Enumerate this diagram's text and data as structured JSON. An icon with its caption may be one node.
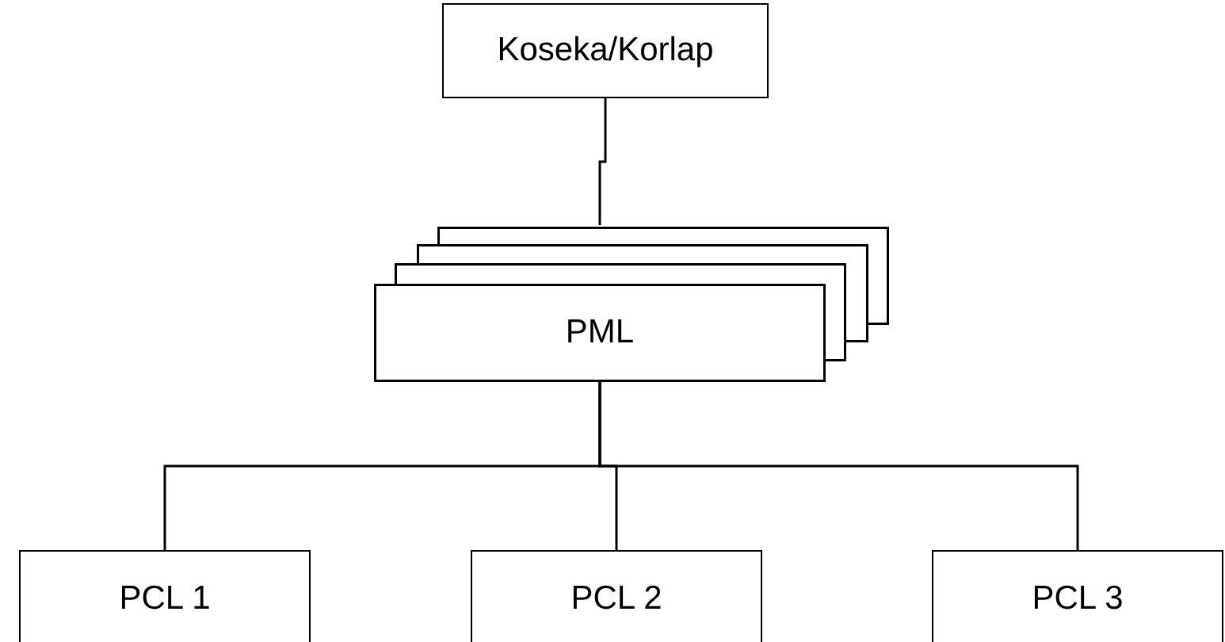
{
  "diagram": {
    "nodes": [
      {
        "text": [
          "Koseka/Korlap"
        ]
      },
      {
        "text": [
          "PML"
        ]
      },
      {
        "text": [
          "PCL 1"
        ]
      },
      {
        "text": [
          "PCL 2"
        ]
      },
      {
        "text": [
          "PCL 3"
        ]
      }
    ],
    "edges": [
      {
        "from": 0,
        "to": 1,
        "arrow": "none"
      },
      {
        "from": 1,
        "to": 2,
        "arrow": "none"
      },
      {
        "from": 1,
        "to": 3,
        "arrow": "none"
      },
      {
        "from": 1,
        "to": 4,
        "arrow": "none"
      }
    ]
  }
}
